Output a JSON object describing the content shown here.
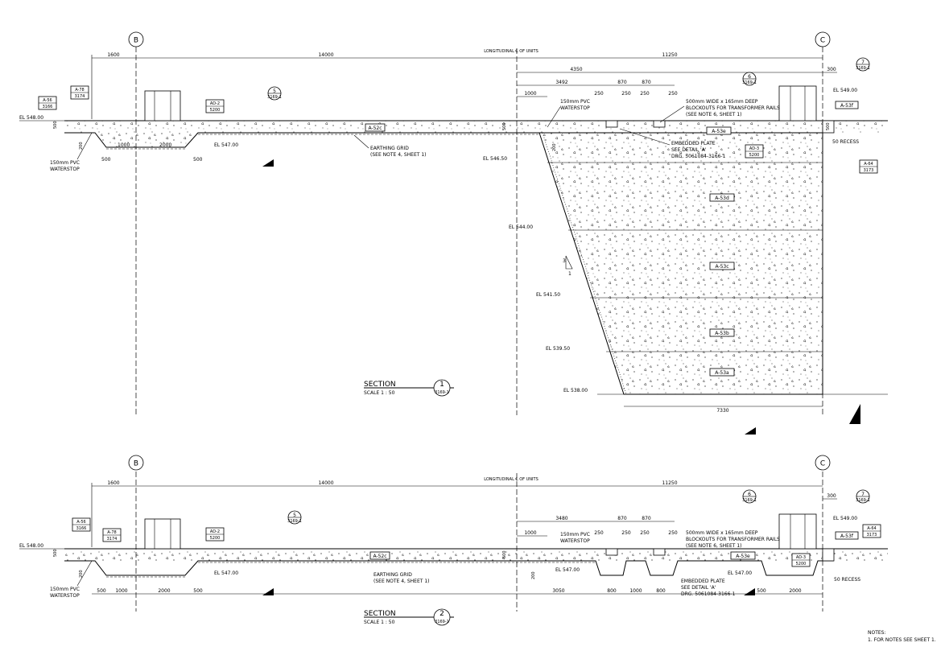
{
  "grid": {
    "b": "B",
    "c": "C"
  },
  "dims_top": {
    "d1600": "1600",
    "d14000": "14000",
    "longitudinal": "LONGITUDINAL ℄ OF UNITS",
    "d11250": "11250",
    "d4350": "4350",
    "d3492": "3492",
    "d870a": "870",
    "d870b": "870",
    "d300": "300",
    "d1000": "1000",
    "d250a": "250",
    "d250b": "250",
    "d250c": "250",
    "d250d": "250",
    "d7330": "7330"
  },
  "dims_bot": {
    "d1600": "1600",
    "d14000": "14000",
    "longitudinal": "LONGITUDINAL ℄ OF UNITS",
    "d11250": "11250",
    "d3480": "3480",
    "d870a": "870",
    "d870b": "870",
    "d300": "300",
    "d1000": "1000",
    "d250a": "250",
    "d250b": "250",
    "d250c": "250",
    "d250d": "250",
    "d500a": "500",
    "d1000b": "1000",
    "d2000a": "2000",
    "d500b": "500",
    "d3050": "3050",
    "d800a": "800",
    "d1000c": "1000",
    "d800b": "800",
    "d500c": "500",
    "d2000b": "2000"
  },
  "levels_top": {
    "el54800": "EL 548.00",
    "el54700": "EL 547.00",
    "el54650": "EL 546.50",
    "el54400": "EL 544.00",
    "el54150": "EL 541.50",
    "el53950": "EL 539.50",
    "el53800": "EL 538.00",
    "el54900": "EL 549.00"
  },
  "levels_bot": {
    "el54800": "EL 548.00",
    "el54700a": "EL 547.00",
    "el54700b": "EL 547.00",
    "el54700c": "EL 547.00",
    "el54900": "EL 549.00"
  },
  "refs_top": {
    "a56": "A-56",
    "s3166": "3166",
    "a78": "A-78",
    "s3174": "3174",
    "ad2": "AD-2",
    "s5200a": "5200",
    "ad3": "AD-3",
    "s5200b": "5200",
    "a64": "A-64",
    "s3173": "3173",
    "b5": "5",
    "b5s": "3169-1",
    "b6": "6",
    "b6s": "3169-1",
    "b7": "7",
    "b7s": "3169-1"
  },
  "refs_bot": {
    "a56": "A-56",
    "s3166": "3166",
    "a78": "A-78",
    "s3174": "3174",
    "ad2": "AD-2",
    "s5200a": "5200",
    "ad3": "AD-3",
    "s5200b": "5200",
    "a64": "A-64",
    "s3173": "3173",
    "b5": "5",
    "b5s": "3169-1",
    "b6": "6",
    "b6s": "3169-1",
    "b7": "7",
    "b7s": "3169-1"
  },
  "pours_top": {
    "a52c": "A-52c",
    "a53e": "A-53e",
    "a53f": "A-53f",
    "a53d": "A-53d",
    "a53c": "A-53c",
    "a53b": "A-53b",
    "a53a": "A-53a"
  },
  "pours_bot": {
    "a52c": "A-52c",
    "a53e": "A-53e",
    "a53f": "A-53f"
  },
  "notes_top": {
    "waterstop_l1": "150mm PVC",
    "waterstop_l2": "WATERSTOP",
    "waterstop_r1": "150mm PVC",
    "waterstop_r2": "WATERSTOP",
    "blockout1": "500mm WIDE x 165mm DEEP",
    "blockout2": "BLOCKOUTS FOR TRANSFORMER RAILS",
    "blockout3": "(SEE NOTE 6, SHEET 1)",
    "embedded1": "EMBEDDED PLATE",
    "embedded2": "SEE DETAIL 'A'",
    "embedded3": "DRG. 5061084-3166-1",
    "earthing1": "EARTHING GRID",
    "earthing2": "(SEE NOTE 4, SHEET 1)",
    "recess": "50 RECESS",
    "slope3": "3",
    "slope1": "1",
    "v500": "500",
    "v200": "200",
    "h500a": "500",
    "h1000": "1000",
    "h2000": "2000",
    "h500b": "500",
    "v500r": "500",
    "v200r": "200",
    "v500c": "500"
  },
  "notes_bot": {
    "waterstop_l1": "150mm PVC",
    "waterstop_l2": "WATERSTOP",
    "waterstop_r1": "150mm PVC",
    "waterstop_r2": "WATERSTOP",
    "blockout1": "500mm WIDE x 165mm DEEP",
    "blockout2": "BLOCKOUTS FOR TRANSFORMER RAILS",
    "blockout3": "(SEE NOTE 6, SHEET 1)",
    "embedded1": "EMBEDDED PLATE",
    "embedded2": "SEE DETAIL 'A'",
    "embedded3": "DRG. 5061084-3166-1",
    "earthing1": "EARTHING GRID",
    "earthing2": "(SEE NOTE 4, SHEET 1)",
    "recess": "50 RECESS",
    "v500": "500",
    "v200": "200",
    "v500r": "500",
    "v200r": "200"
  },
  "section1": {
    "title": "SECTION",
    "scale": "SCALE 1 : 50",
    "num": "1",
    "sheet": "3169-1"
  },
  "section2": {
    "title": "SECTION",
    "scale": "SCALE 1 : 50",
    "num": "2",
    "sheet": "3169-1"
  },
  "notes": {
    "heading": "NOTES:",
    "n1": "1.    FOR NOTES SEE SHEET 1."
  }
}
